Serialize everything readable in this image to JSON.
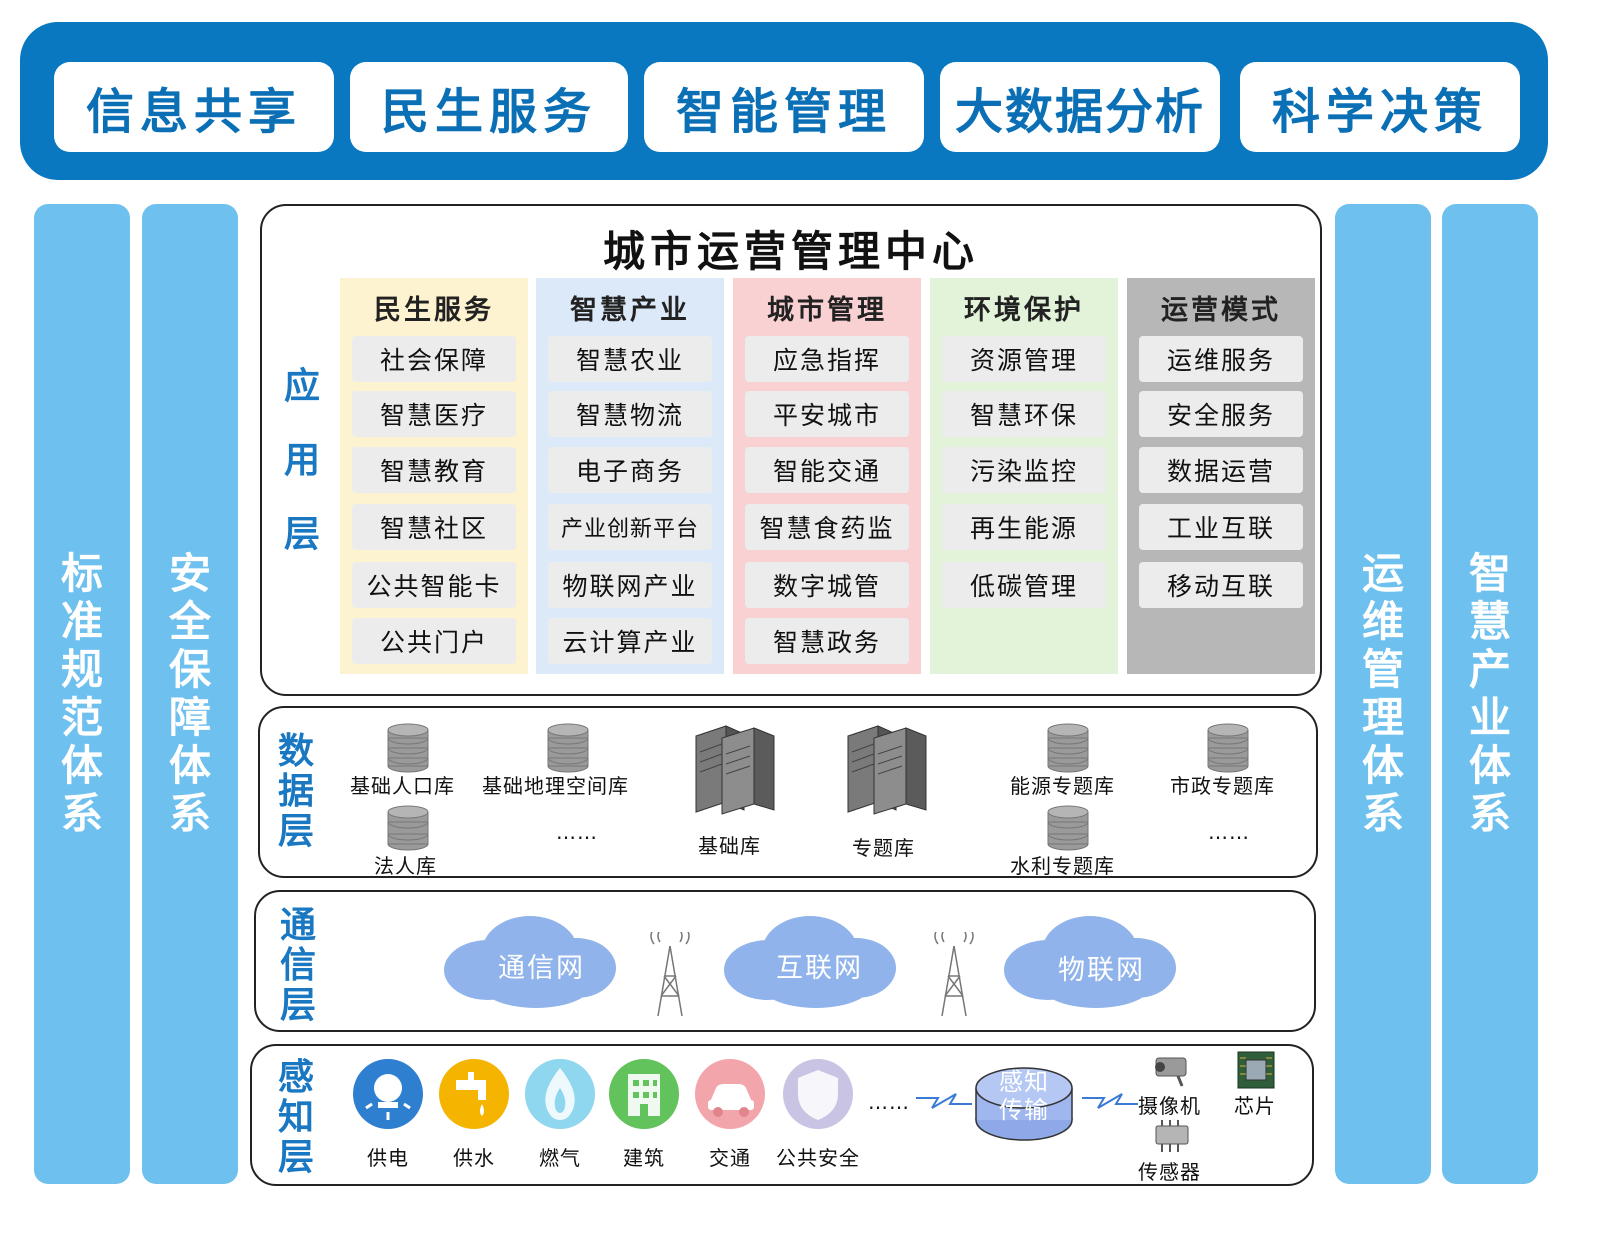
{
  "top_banner": {
    "items": [
      "信息共享",
      "民生服务",
      "智能管理",
      "大数据分析",
      "科学决策"
    ]
  },
  "left_pillars": [
    "标准规范体系",
    "安全保障体系"
  ],
  "right_pillars": [
    "运维管理体系",
    "智慧产业体系"
  ],
  "app_layer": {
    "title": "城市运营管理中心",
    "label": "应用层",
    "columns": [
      {
        "head": "民生服务",
        "color": "#fdf3d0",
        "items": [
          "社会保障",
          "智慧医疗",
          "智慧教育",
          "智慧社区",
          "公共智能卡",
          "公共门户"
        ]
      },
      {
        "head": "智慧产业",
        "color": "#dce9f8",
        "items": [
          "智慧农业",
          "智慧物流",
          "电子商务",
          "产业创新平台",
          "物联网产业",
          "云计算产业"
        ]
      },
      {
        "head": "城市管理",
        "color": "#f9d1d2",
        "items": [
          "应急指挥",
          "平安城市",
          "智能交通",
          "智慧食药监",
          "数字城管",
          "智慧政务"
        ]
      },
      {
        "head": "环境保护",
        "color": "#e3f3da",
        "items": [
          "资源管理",
          "智慧环保",
          "污染监控",
          "再生能源",
          "低碳管理"
        ]
      },
      {
        "head": "运营模式",
        "color": "#b7b7b7",
        "items": [
          "运维服务",
          "安全服务",
          "数据运营",
          "工业互联",
          "移动互联"
        ]
      }
    ]
  },
  "data_layer": {
    "label": "数据层",
    "items": {
      "population": "基础人口库",
      "geo": "基础地理空间库",
      "legal": "法人库",
      "ellipsis_left": "……",
      "base": "基础库",
      "topic": "专题库",
      "energy": "能源专题库",
      "municipal": "市政专题库",
      "water": "水利专题库",
      "ellipsis_right": "……"
    }
  },
  "comm_layer": {
    "label": "通信层",
    "clouds": [
      "通信网",
      "互联网",
      "物联网"
    ]
  },
  "sense_layer": {
    "label": "感知层",
    "icons": [
      {
        "label": "供电",
        "icon": "power-icon",
        "color": "#2f7fd0"
      },
      {
        "label": "供水",
        "icon": "water-tap-icon",
        "color": "#f4b400"
      },
      {
        "label": "燃气",
        "icon": "gas-flame-icon",
        "color": "#8fd6ef"
      },
      {
        "label": "建筑",
        "icon": "building-icon",
        "color": "#62c25b"
      },
      {
        "label": "交通",
        "icon": "car-icon",
        "color": "#f2a5aa"
      },
      {
        "label": "公共安全",
        "icon": "shield-icon",
        "color": "#c9c4e4"
      }
    ],
    "ellipsis": "……",
    "hub": "感知传输",
    "devices": {
      "camera": "摄像机",
      "chip": "芯片",
      "sensor": "传感器"
    }
  }
}
